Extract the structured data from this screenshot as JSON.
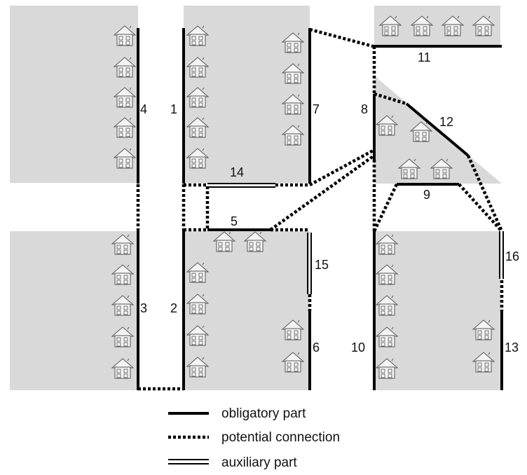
{
  "diagram": {
    "colors": {
      "block_fill": "#d9d9d9",
      "line": "#000000",
      "house_stroke": "#555555",
      "background": "#ffffff"
    },
    "segment_labels": [
      "1",
      "2",
      "3",
      "4",
      "5",
      "6",
      "7",
      "8",
      "9",
      "10",
      "11",
      "12",
      "13",
      "14",
      "15",
      "16"
    ],
    "legend": {
      "obligatory": "obligatory part",
      "potential": "potential connection",
      "auxiliary": "auxiliary part"
    },
    "house_icon": "house-icon"
  }
}
